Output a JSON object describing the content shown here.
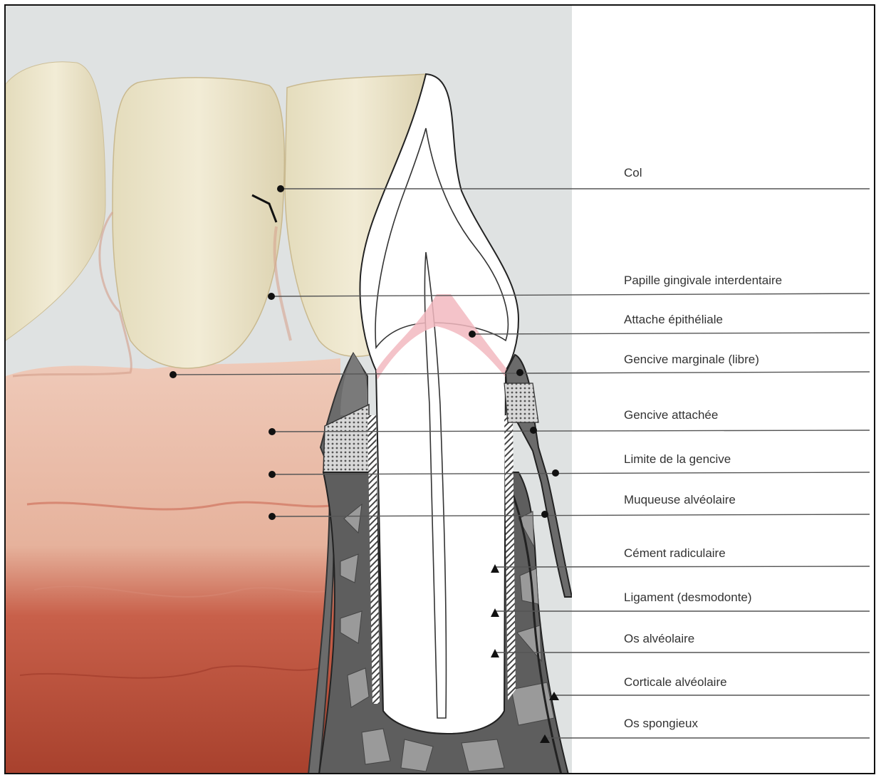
{
  "diagram": {
    "labels": [
      {
        "key": "col",
        "text": "Col"
      },
      {
        "key": "papille",
        "text": "Papille gingivale interdentaire"
      },
      {
        "key": "attache",
        "text": "Attache épithéliale"
      },
      {
        "key": "gencive_marginale",
        "text": "Gencive marginale (libre)"
      },
      {
        "key": "gencive_attachee",
        "text": "Gencive attachée"
      },
      {
        "key": "limite",
        "text": "Limite de la gencive"
      },
      {
        "key": "muqueuse",
        "text": "Muqueuse alvéolaire"
      },
      {
        "key": "cement",
        "text": "Cément radiculaire"
      },
      {
        "key": "ligament",
        "text": "Ligament (desmodonte)"
      },
      {
        "key": "os_alveolaire",
        "text": "Os alvéolaire"
      },
      {
        "key": "corticale",
        "text": "Corticale alvéolaire"
      },
      {
        "key": "os_spongieux",
        "text": "Os spongieux"
      }
    ]
  },
  "colors": {
    "gum_pink": "#e9b7a4",
    "mucosa_red": "#b8442c",
    "tooth_ivory": "#ece5c8",
    "bone_dark": "#5e5e5e",
    "bone_light": "#9a9a9a",
    "epithelial_pink": "#f2b9bf",
    "leader_line": "#555555"
  }
}
